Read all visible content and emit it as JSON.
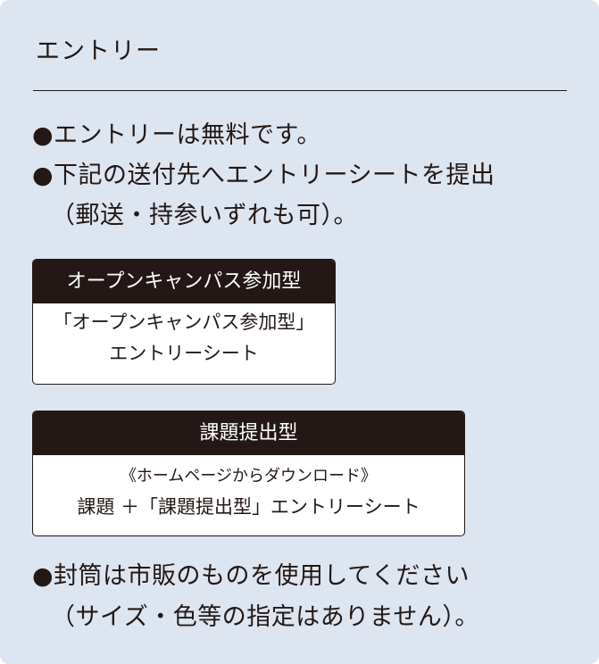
{
  "section": {
    "heading": "エントリー"
  },
  "lines": {
    "free": "●エントリーは無料です。",
    "submit_1": "●下記の送付先へエントリーシートを提出",
    "submit_2": "（郵送・持参いずれも可）。"
  },
  "open_campus": {
    "header": "オープンキャンパス参加型",
    "body_1": "「オープンキャンパス参加型」",
    "body_2": "エントリーシート"
  },
  "assignment": {
    "header": "課題提出型",
    "download_note": "《ホームページからダウンロード》",
    "body": "課題 ＋「課題提出型」エントリーシート"
  },
  "envelope": {
    "line_1": "●封筒は市販のものを使用してください",
    "line_2": "（サイズ・色等の指定はありません）。"
  },
  "colors": {
    "panel_bg": "#dde5f0",
    "text": "#231815",
    "header_bg": "#231815",
    "box_bg": "#ffffff"
  }
}
